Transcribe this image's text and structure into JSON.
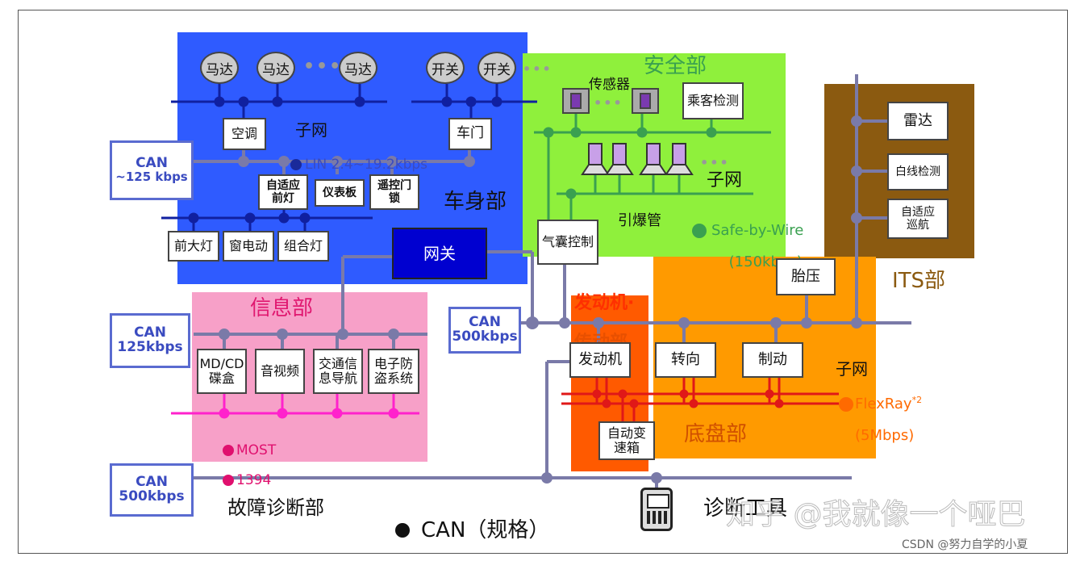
{
  "regions": {
    "body": {
      "title": "车身部",
      "subnet": "子网",
      "bus": "LIN 2.4~19.2kbps",
      "color": "#2f5bff"
    },
    "safety": {
      "title": "安全部",
      "subnet": "子网",
      "bus": "Safe-by-Wire",
      "bus_rate": "(150kbps)",
      "color": "#8ff03c"
    },
    "its": {
      "title": "ITS部",
      "color": "#8b5a10"
    },
    "info": {
      "title": "信息部",
      "bus1": "MOST",
      "bus2": "1394",
      "color": "#f7a0c8"
    },
    "powertrain": {
      "title_line1": "发动机·",
      "title_line2": "传动部",
      "color": "#ff5a00"
    },
    "chassis": {
      "title": "底盘部",
      "subnet": "子网",
      "bus": "FlexRay",
      "bus_sup": "*2",
      "bus_rate": "(5Mbps)",
      "color": "#ff9a00"
    },
    "diag": {
      "title": "故障诊断部"
    }
  },
  "body_nodes": {
    "motors": [
      "马达",
      "马达",
      "马达"
    ],
    "switches": [
      "开关",
      "开关"
    ],
    "ac": "空调",
    "door": "车门",
    "adaptive_headlight": "自适应\n前灯",
    "dashboard": "仪表板",
    "remote_lock": "遥控门\n锁",
    "headlight": "前大灯",
    "window": "窗电动",
    "combo_light": "组合灯"
  },
  "gateway": "网关",
  "safety_nodes": {
    "sensor": "传感器",
    "passenger": "乘客检测",
    "detonator": "引爆管",
    "airbag": "气囊控制"
  },
  "its_nodes": {
    "radar": "雷达",
    "lane": "白线检测",
    "acc": "自适应\n巡航"
  },
  "info_nodes": {
    "mdcd": "MD/CD\n碟盒",
    "av": "音视频",
    "nav": "交通信\n息导航",
    "antitheft": "电子防\n盗系统"
  },
  "chassis_nodes": {
    "tire": "胎压",
    "engine": "发动机",
    "steering": "转向",
    "brake": "制动",
    "transmission": "自动变\n速箱"
  },
  "can_labels": {
    "body": {
      "line1": "CAN",
      "line2": "~125 kbps"
    },
    "info": {
      "line1": "CAN",
      "line2": "125kbps"
    },
    "chassis": {
      "line1": "CAN",
      "line2": "500kbps"
    },
    "diag": {
      "line1": "CAN",
      "line2": "500kbps"
    }
  },
  "legend": {
    "can": "CAN（规格）",
    "tool": "诊断工具"
  },
  "watermark": "知乎 @我就像一个哑巴",
  "credit": "CSDN @努力自学的小夏"
}
